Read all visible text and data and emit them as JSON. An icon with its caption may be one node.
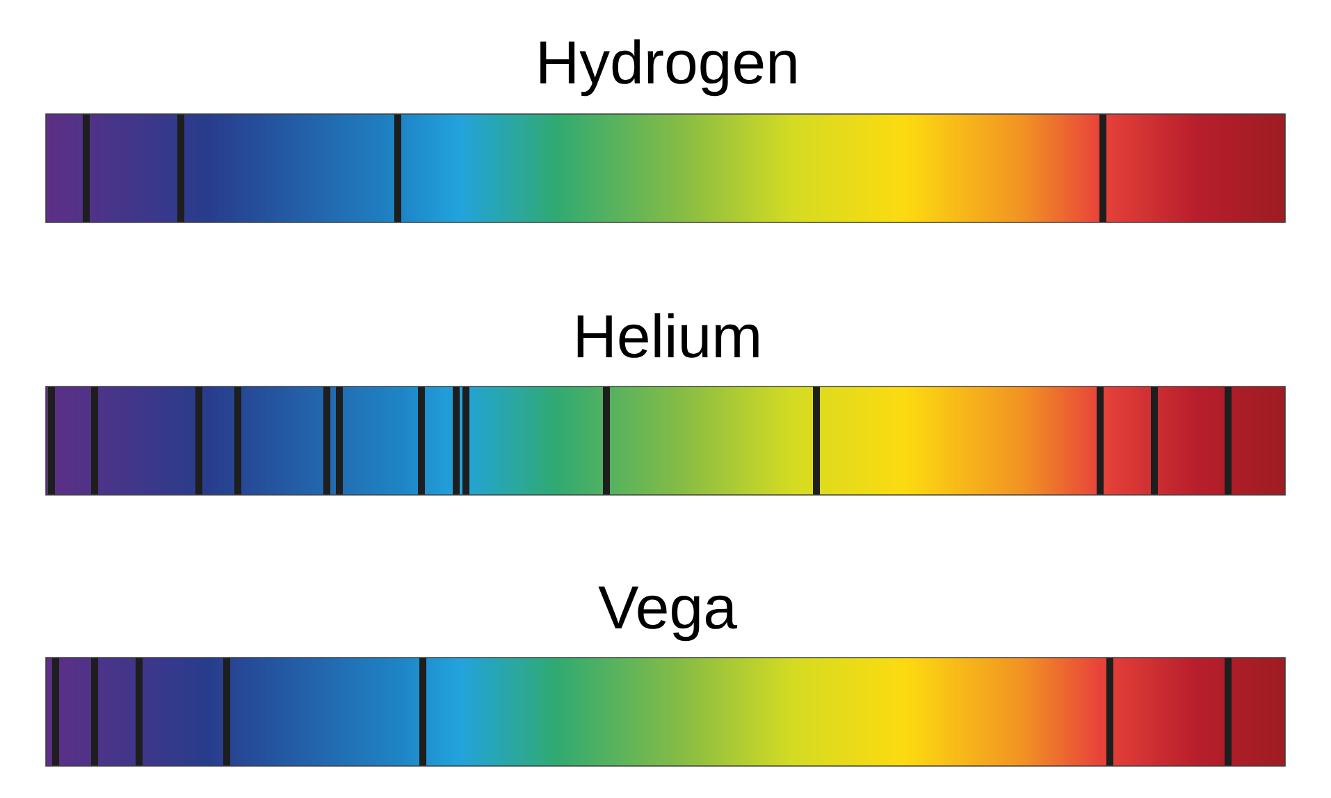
{
  "diagram": {
    "nodes": [
      {
        "text": [
          "Hydrogen"
        ]
      },
      {
        "text": [
          "Helium"
        ]
      },
      {
        "text": [
          "Vega"
        ]
      }
    ]
  }
}
